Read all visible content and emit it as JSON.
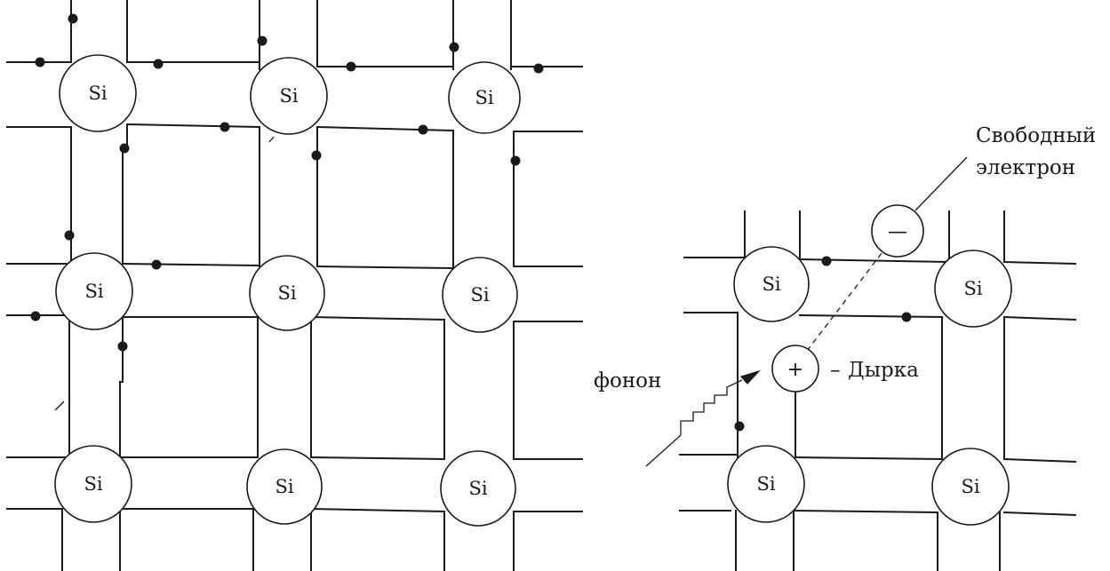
{
  "lattice": {
    "atom_label": "Si"
  },
  "annotations": {
    "free_electron_line1": "Свободный",
    "free_electron_line2": "электрон",
    "hole": "Дырка",
    "phonon": "фонон",
    "minus_sign": "—",
    "plus_sign": "+",
    "hole_dash": "–"
  }
}
